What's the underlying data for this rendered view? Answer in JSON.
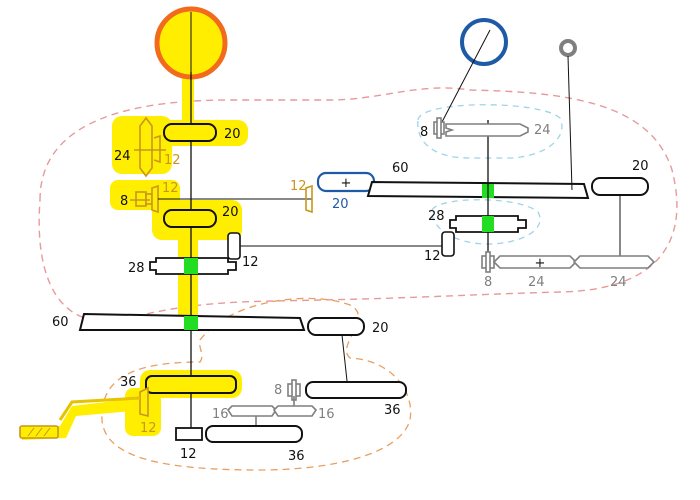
{
  "colors": {
    "yellow": "#ffee00",
    "sun_orange": "#f26b1d",
    "blue": "#1f5aa6",
    "gray": "#7f7f7f",
    "black": "#111111",
    "green": "#22dd22",
    "pink_dash": "#e79a9a",
    "orange_dash": "#e8a060",
    "blue_dash": "#9ed4e8",
    "gold_text": "#c8961e"
  },
  "icons": {
    "sun": "orange-circle",
    "blue_ring": "blue-circle",
    "gray_ring": "gray-circle",
    "crank": "hand-crank"
  },
  "labels": {
    "l20_top": "20",
    "l24_left": "24",
    "l12_a": "12",
    "l8_left": "8",
    "l12_b": "12",
    "l20_mid": "20",
    "l12_gold_out": "12",
    "l20_blue": "20",
    "l60_right": "60",
    "l20_right": "20",
    "l8_right_top": "8",
    "l24_right_top": "24",
    "l28_right": "28",
    "l12_right": "12",
    "l8_right_bot": "8",
    "l24_right_bot_a": "24",
    "l24_right_bot_b": "24",
    "l28_left": "28",
    "l12_left_small": "12",
    "l60_left": "60",
    "l20_lower": "20",
    "l36_yellow": "36",
    "l12_yellow": "12",
    "l8_bottom": "8",
    "l16_a": "16",
    "l16_b": "16",
    "l36_right": "36",
    "l12_bottom": "12",
    "l36_bottom": "36"
  }
}
